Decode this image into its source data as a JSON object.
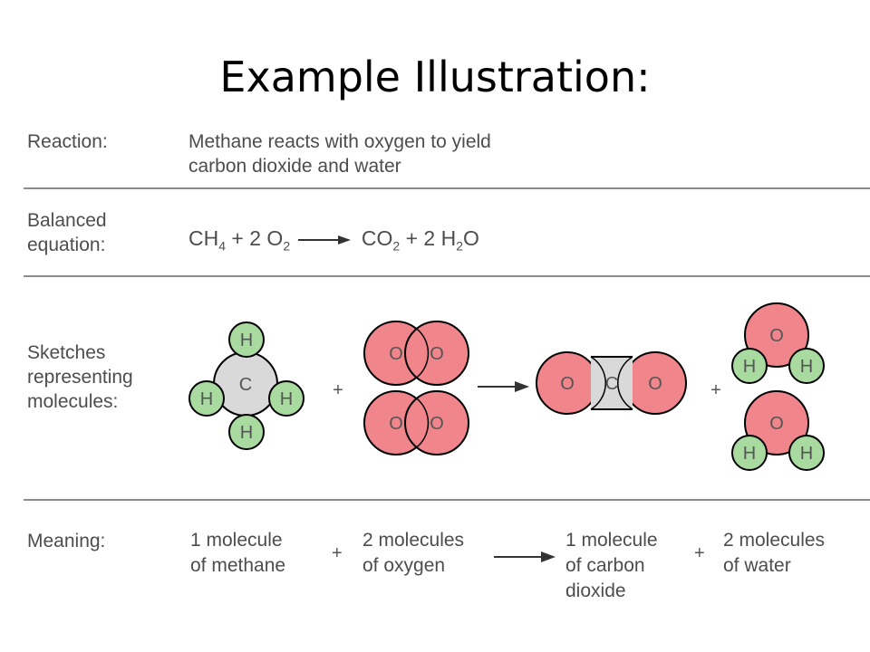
{
  "title": "Example Illustration:",
  "rows": {
    "reaction": {
      "label": "Reaction:",
      "text_line1": "Methane reacts with oxygen to yield",
      "text_line2": "carbon dioxide and water"
    },
    "balanced": {
      "label_line1": "Balanced",
      "label_line2": "equation:",
      "ch": "CH",
      "ch_sub": "4",
      "plus1": "+ 2 O",
      "o2_sub": "2",
      "co": "CO",
      "co_sub": "2",
      "plus2": "+ 2 H",
      "h_sub": "2",
      "o_end": "O"
    },
    "sketches": {
      "label_line1": "Sketches",
      "label_line2": "representing",
      "label_line3": "molecules:",
      "plus": "+",
      "atoms": {
        "H": "H",
        "C": "C",
        "O": "O"
      }
    },
    "meaning": {
      "label": "Meaning:",
      "m1_line1": "1 molecule",
      "m1_line2": "of methane",
      "m2_line1": "2 molecules",
      "m2_line2": "of oxygen",
      "m3_line1": "1 molecule",
      "m3_line2": "of carbon",
      "m3_line3": "dioxide",
      "m4_line1": "2 molecules",
      "m4_line2": "of water",
      "plus": "+"
    }
  },
  "colors": {
    "hydrogen": "#a9dba0",
    "carbon": "#d9d9d9",
    "oxygen": "#f0858b",
    "outline": "#000000",
    "divider": "#8c8c8c"
  }
}
